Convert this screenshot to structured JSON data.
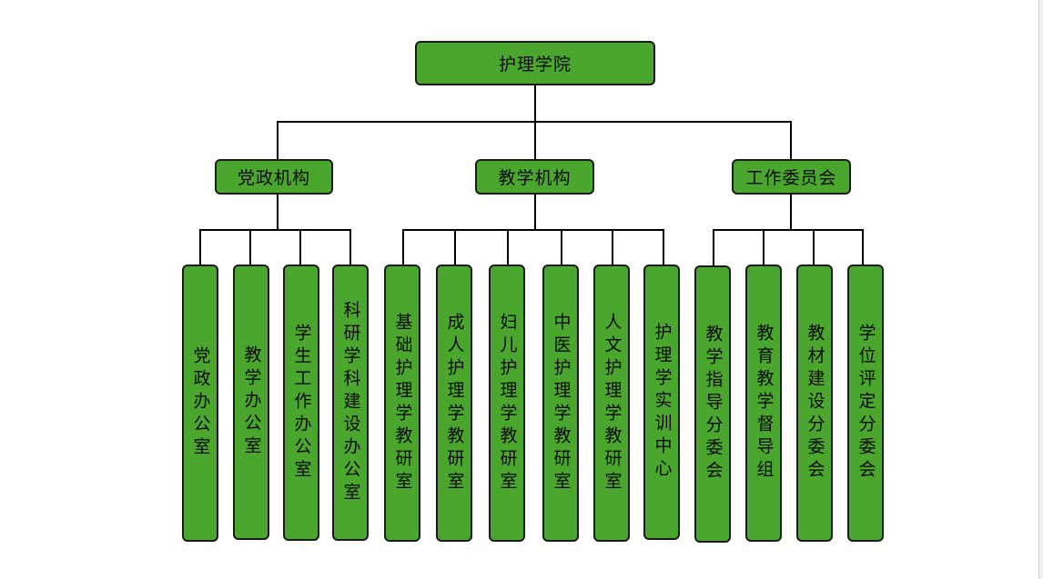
{
  "diagram": {
    "root": {
      "label": "护理学院"
    },
    "level1": [
      {
        "label": "党政机构"
      },
      {
        "label": "教学机构"
      },
      {
        "label": "工作委员会"
      }
    ],
    "level2": [
      {
        "label": "党政办公室"
      },
      {
        "label": "教学办公室"
      },
      {
        "label": "学生工作办公室"
      },
      {
        "label": "科研学科建设办公室"
      },
      {
        "label": "基础护理学教研室"
      },
      {
        "label": "成人护理学教研室"
      },
      {
        "label": "妇儿护理学教研室"
      },
      {
        "label": "中医护理学教研室"
      },
      {
        "label": "人文护理学教研室"
      },
      {
        "label": "护理学实训中心"
      },
      {
        "label": "教学指导分委会"
      },
      {
        "label": "教育教学督导组"
      },
      {
        "label": "教材建设分委会"
      },
      {
        "label": "学位评定分委会"
      }
    ],
    "colors": {
      "box_fill": "#4aa62d",
      "box_border": "#1a1a1a",
      "connector": "#000000",
      "text": "#0a0a0a"
    }
  }
}
